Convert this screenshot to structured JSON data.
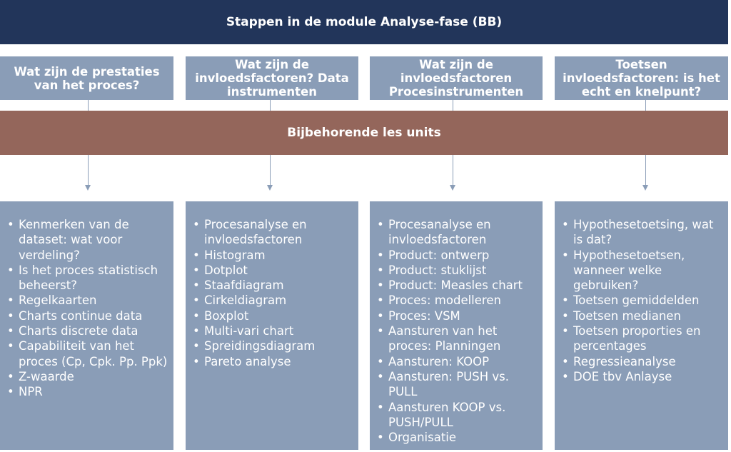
{
  "title": "Stappen in de module Analyse-fase (BB)",
  "units_label": "Bijbehorende les units",
  "columns": [
    {
      "header": "Wat zijn de prestaties van het proces?",
      "items": [
        "Kenmerken van de dataset: wat voor verdeling?",
        "Is het proces statistisch beheerst?",
        "Regelkaarten",
        "Charts continue data",
        "Charts discrete data",
        "Capabiliteit van het proces (Cp, Cpk. Pp. Ppk)",
        "Z-waarde",
        "NPR"
      ]
    },
    {
      "header": "Wat zijn de invloedsfactoren? Data instrumenten",
      "items": [
        "Procesanalyse en invloedsfactoren",
        "Histogram",
        "Dotplot",
        "Staafdiagram",
        "Cirkeldiagram",
        "Boxplot",
        "Multi-vari chart",
        "Spreidingsdiagram",
        "Pareto analyse"
      ]
    },
    {
      "header": "Wat zijn de invloedsfactoren Procesinstrumenten",
      "items": [
        "Procesanalyse en invloedsfactoren",
        "Product: ontwerp",
        "Product: stuklijst",
        "Product: Measles chart",
        "Proces: modelleren",
        "Proces: VSM",
        "Aansturen van het proces: Planningen",
        "Aansturen: KOOP",
        "Aansturen: PUSH vs. PULL",
        "Aansturen KOOP vs. PUSH/PULL",
        "Organisatie"
      ]
    },
    {
      "header": "Toetsen invloedsfactoren: is het echt en knelpunt?",
      "items": [
        "Hypothesetoetsing, wat is dat?",
        "Hypothesetoetsen, wanneer welke gebruiken?",
        "Toetsen gemiddelden",
        "Toetsen medianen",
        "Toetsen proporties en percentages",
        "Regressieanalyse",
        "DOE tbv Anlayse"
      ]
    }
  ],
  "colors": {
    "title_bg": "#22355a",
    "box_bg": "#8a9db7",
    "units_bg": "#94665b",
    "text": "#ffffff"
  }
}
